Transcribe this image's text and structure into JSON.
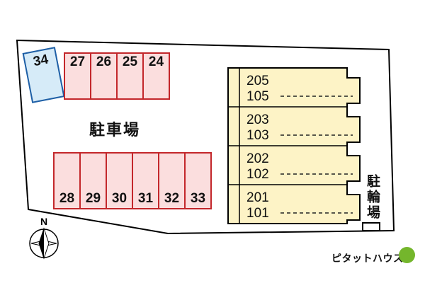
{
  "site_plan": {
    "parking_area_label": "駐車場",
    "bicycle_area_label": "駐輪場",
    "compass_label": "N",
    "blue_space_number": "34",
    "top_row_spaces": [
      "27",
      "26",
      "25",
      "24"
    ],
    "bottom_row_spaces": [
      "28",
      "29",
      "30",
      "31",
      "32",
      "33"
    ],
    "building_units": [
      {
        "upper": "205",
        "lower": "105"
      },
      {
        "upper": "203",
        "lower": "103"
      },
      {
        "upper": "202",
        "lower": "102"
      },
      {
        "upper": "201",
        "lower": "101"
      }
    ]
  },
  "branding": {
    "logo_text": "ピタットハウス"
  },
  "colors": {
    "parking_space_fill": "#fbdede",
    "parking_space_border": "#c3272b",
    "blue_space_fill": "#d6ebf8",
    "blue_space_border": "#1e5fa6",
    "building_fill": "#fdf3c6",
    "outline": "#000000",
    "logo_green": "#74b62c"
  }
}
